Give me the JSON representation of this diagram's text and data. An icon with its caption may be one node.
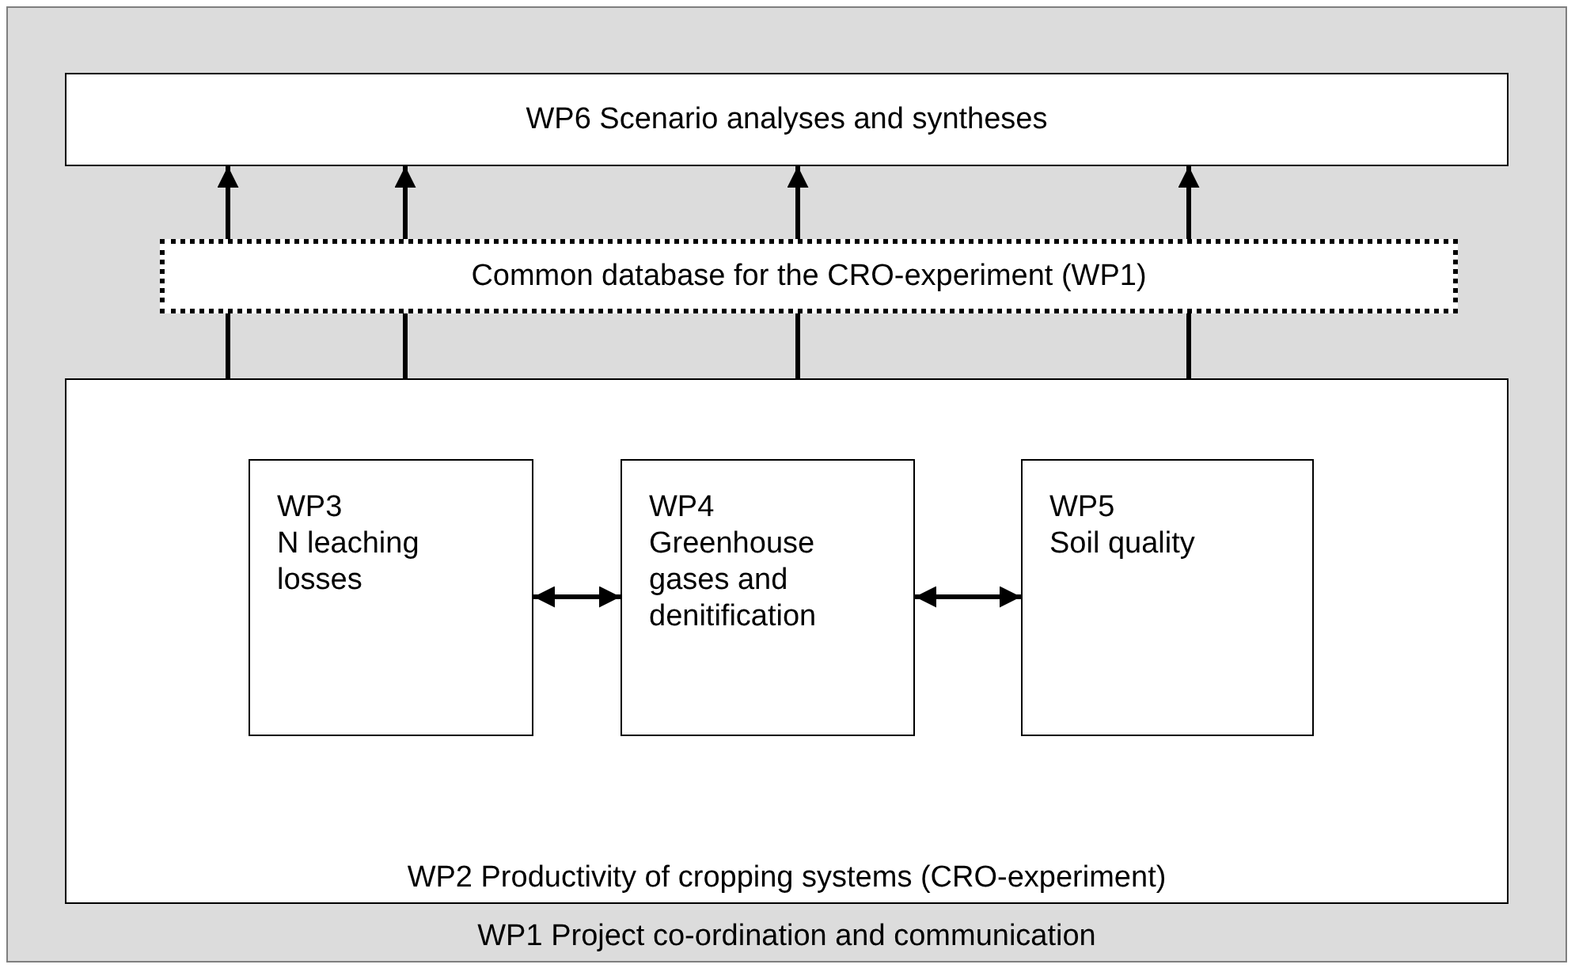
{
  "diagram": {
    "nodes": [
      {
        "text": [
          "WP1 Project co-ordination and communication"
        ]
      },
      {
        "text": [
          "WP6 Scenario analyses and syntheses"
        ],
        "in": 0
      },
      {
        "text": [
          "Common database for the CRO-experiment (WP1)"
        ],
        "in": 0
      },
      {
        "text": [
          "WP2 Productivity of cropping systems (CRO-experiment)"
        ],
        "in": 0
      },
      {
        "text": [
          "WP3",
          "N leaching losses"
        ],
        "in": 3
      },
      {
        "text": [
          "WP4",
          "Greenhouse gases and denitification"
        ],
        "in": 3
      },
      {
        "text": [
          "WP5",
          "Soil quality"
        ],
        "in": 3
      }
    ],
    "edges": [
      {
        "from": 3,
        "to": 2,
        "arrow": "none"
      },
      {
        "from": 2,
        "to": 1,
        "arrow": "to"
      },
      {
        "from": 4,
        "to": 2,
        "arrow": "none"
      },
      {
        "from": 2,
        "to": 1,
        "arrow": "to"
      },
      {
        "from": 5,
        "to": 2,
        "arrow": "none"
      },
      {
        "from": 2,
        "to": 1,
        "arrow": "to"
      },
      {
        "from": 6,
        "to": 2,
        "arrow": "none"
      },
      {
        "from": 2,
        "to": 1,
        "arrow": "to"
      },
      {
        "from": 4,
        "to": 5,
        "arrow": "both"
      },
      {
        "from": 5,
        "to": 6,
        "arrow": "both"
      }
    ]
  }
}
